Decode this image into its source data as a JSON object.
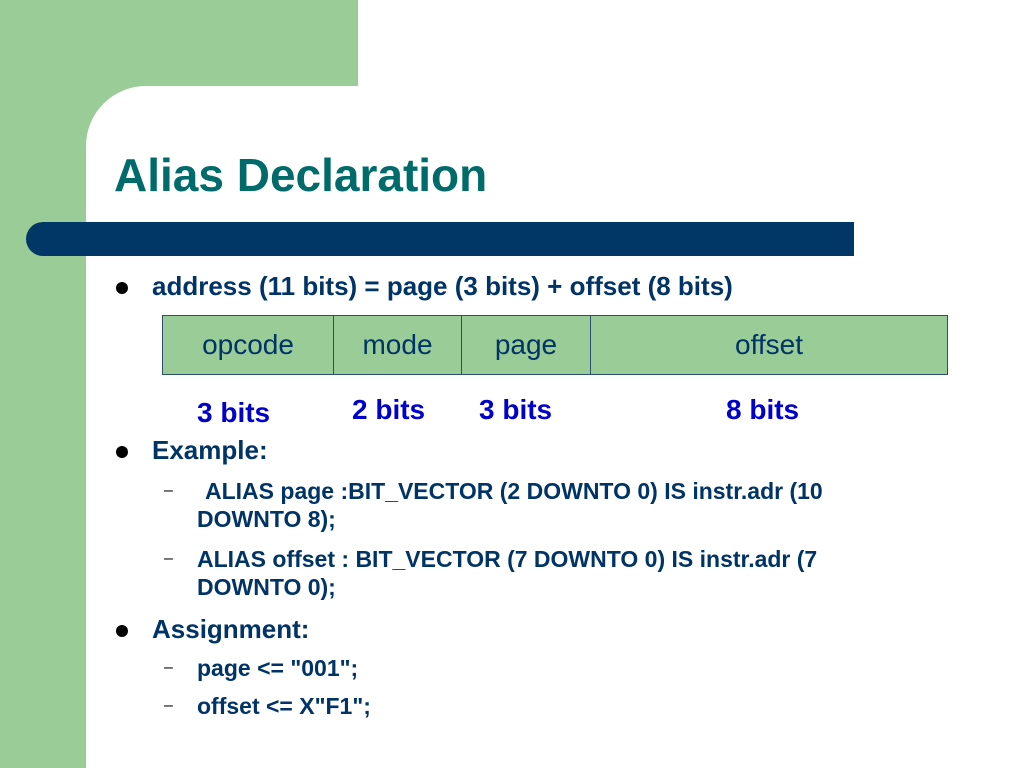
{
  "slide": {
    "title": "Alias Declaration",
    "bullet1": "address (11 bits) = page (3 bits) + offset (8 bits)",
    "fields": [
      "opcode",
      "mode",
      "page",
      "offset"
    ],
    "bits": [
      "3 bits",
      "2 bits",
      "3 bits",
      "8 bits"
    ],
    "bullet2": "Example:",
    "example_lines": [
      [
        "ALIAS page :BIT_VECTOR (2 DOWNTO 0) IS instr.adr (10",
        "DOWNTO 8);"
      ],
      [
        "ALIAS offset : BIT_VECTOR (7 DOWNTO 0) IS instr.adr (7",
        "DOWNTO 0);"
      ]
    ],
    "bullet3": "Assignment:",
    "assignment_lines": [
      "page <= \"001\";",
      "offset <= X\"F1\";"
    ],
    "dash_glyph": "–"
  },
  "colors": {
    "accent_green": "#9acc98",
    "title_teal": "#006b6b",
    "bar_navy": "#003767",
    "text_navy": "#003366",
    "bits_blue": "#0000cc"
  }
}
